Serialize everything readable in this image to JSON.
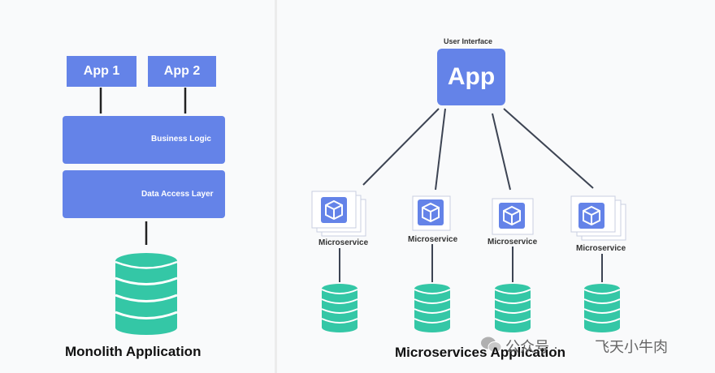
{
  "monolith": {
    "apps": [
      "App 1",
      "App 2"
    ],
    "business_logic_label": "Business Logic",
    "data_access_label": "Data Access Layer",
    "caption": "Monolith Application"
  },
  "microservices": {
    "ui_label": "User Interface",
    "app_label": "App",
    "services": [
      "Microservice",
      "Microservice",
      "Microservice",
      "Microservice"
    ],
    "caption": "Microservices Application"
  },
  "watermark": {
    "prefix": "公众号 ·",
    "name": "飞天小牛肉"
  },
  "colors": {
    "box_blue": "#6483e8",
    "db_green": "#34c7a6",
    "line": "#3d4453"
  }
}
